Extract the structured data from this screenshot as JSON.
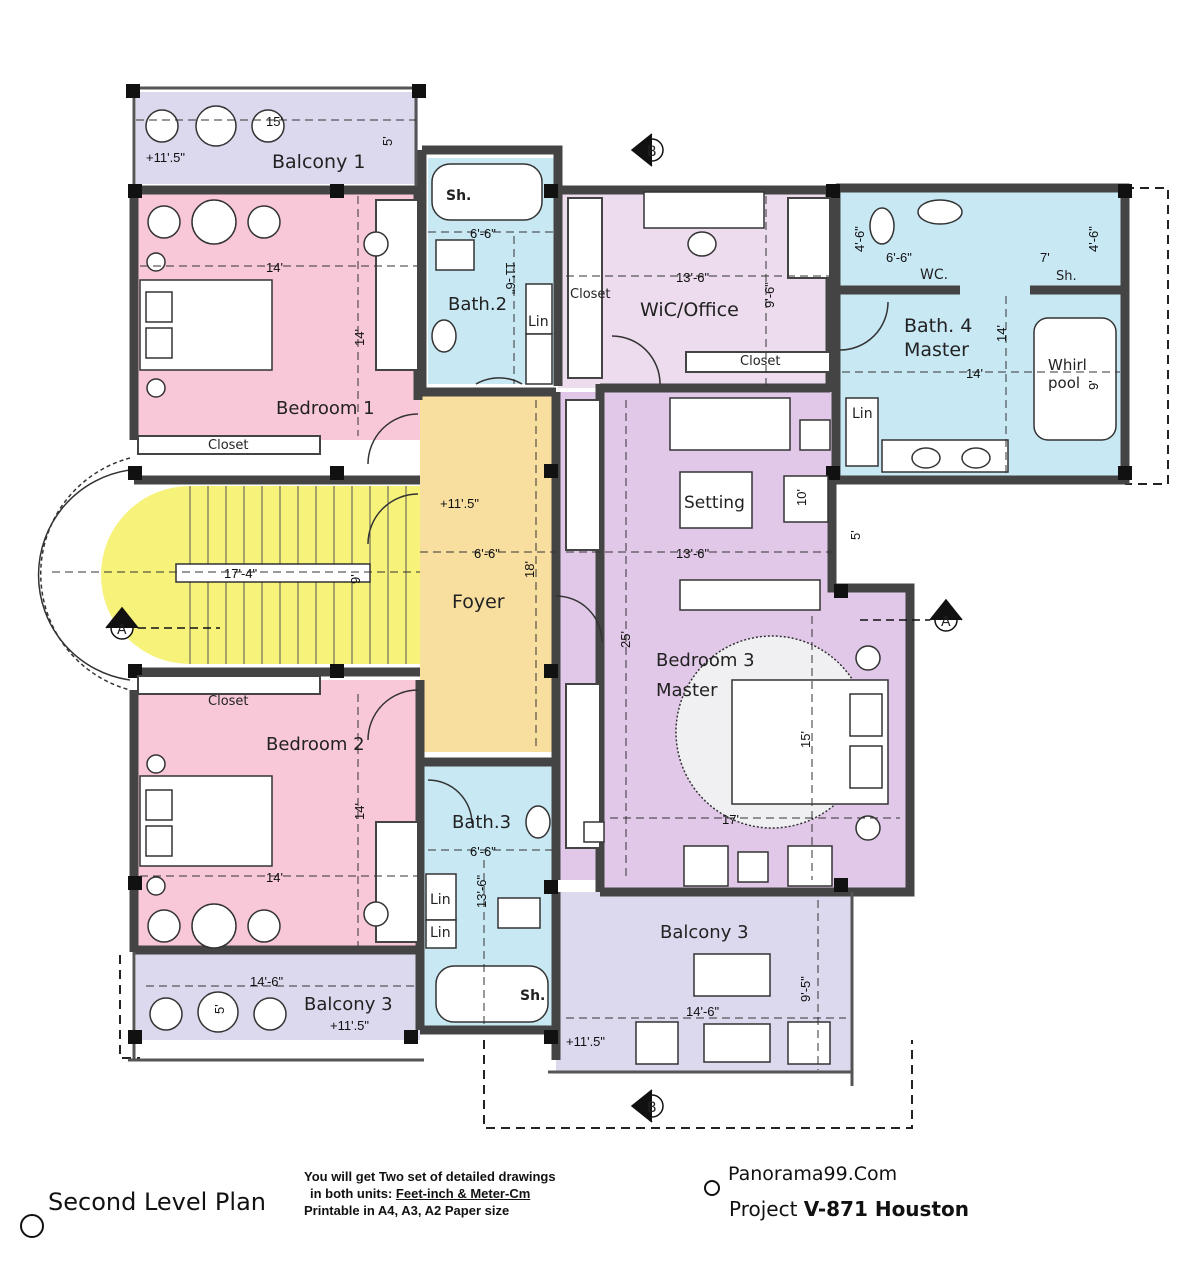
{
  "plan_title": "Second Level Plan",
  "note": {
    "line1": "You will get Two set of detailed drawings",
    "line2_prefix": "in both units: ",
    "line2_units": "Feet-inch & Meter-Cm",
    "line3": "Printable in A4, A3, A2 Paper size"
  },
  "brand": "Panorama99.Com",
  "project": {
    "prefix": "Project",
    "code": "V-871 Houston"
  },
  "section_markers": {
    "a": "A",
    "b": "B"
  },
  "colors": {
    "bedroom": "#f9c8d8",
    "bath": "#c8e8f4",
    "balcony": "#dcd8ee",
    "stair": "#f7f27a",
    "foyer": "#f8dfa0",
    "office": "#ecdcee",
    "master": "#e2c8e8",
    "wall": "#444444"
  },
  "rooms": {
    "balcony1": "Balcony 1",
    "bedroom1": "Bedroom 1",
    "bath2": "Bath.2",
    "office": "WiC/Office",
    "bath4_line1": "Bath. 4",
    "bath4_line2": "Master",
    "whirl_line1": "Whirl",
    "whirl_line2": "pool",
    "foyer": "Foyer",
    "setting": "Setting",
    "bedroom3_line1": "Bedroom 3",
    "bedroom3_line2": "Master",
    "bedroom2": "Bedroom 2",
    "bath3": "Bath.3",
    "balcony3_right": "Balcony 3",
    "balcony3_left": "Balcony 3",
    "closet": "Closet",
    "lin": "Lin",
    "sh": "Sh.",
    "wc": "WC."
  },
  "dimensions": {
    "d15": "15'",
    "d5": "5'",
    "d11_5": "+11'.5\"",
    "d14": "14'",
    "d6_6": "6'-6\"",
    "d11_6": "11'-6\"",
    "d13_6": "13'-6\"",
    "d9_6": "9'-6\"",
    "d4_6": "4'-6\"",
    "d7": "7'",
    "d9": "9'",
    "d17_4": "17'-4\"",
    "d18": "18'",
    "d25": "25'",
    "d10": "10'",
    "d17": "17'",
    "d14_6": "14'-6\"",
    "d9_5": "9'-5\""
  }
}
